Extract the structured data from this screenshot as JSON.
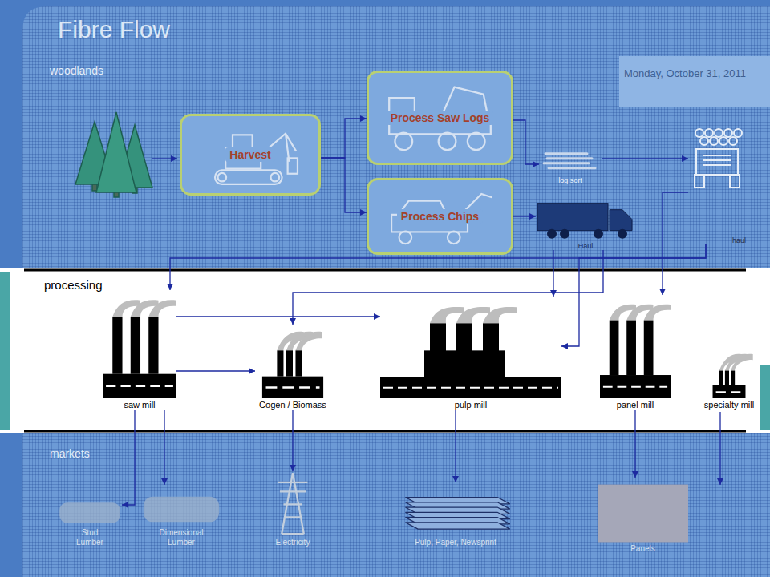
{
  "diagram": {
    "title": "Fibre Flow",
    "nodes": [
      {
        "text": [
          "woodlands"
        ]
      },
      {
        "text": [
          "Harvest"
        ],
        "in": 0
      },
      {
        "text": [
          "Process Saw Logs"
        ],
        "in": 0
      },
      {
        "text": [
          "Process Chips"
        ],
        "in": 0
      },
      {
        "text": [
          "log sort"
        ],
        "in": 0
      },
      {
        "text": [
          "Haul"
        ],
        "in": 0
      },
      {
        "text": [
          "haul"
        ],
        "in": 0
      },
      {
        "text": [
          "processing"
        ]
      },
      {
        "text": [
          "saw mill"
        ],
        "in": 7
      },
      {
        "text": [
          "Cogen / Biomass"
        ],
        "in": 7
      },
      {
        "text": [
          "pulp mill"
        ],
        "in": 7
      },
      {
        "text": [
          "panel mill"
        ],
        "in": 7
      },
      {
        "text": [
          "specialty mill"
        ],
        "in": 7
      },
      {
        "text": [
          "markets"
        ]
      },
      {
        "text": [
          "Stud Lumber"
        ],
        "in": 13
      },
      {
        "text": [
          "Dimensional Lumber"
        ],
        "in": 13
      },
      {
        "text": [
          "Electricity"
        ],
        "in": 13
      },
      {
        "text": [
          "Pulp, Paper, Newsprint"
        ],
        "in": 13
      },
      {
        "text": [
          "Panels"
        ],
        "in": 13
      }
    ],
    "edges": [
      {
        "from": 1,
        "to": 2,
        "arrow": "to"
      },
      {
        "from": 1,
        "to": 3,
        "arrow": "to"
      },
      {
        "from": 2,
        "to": 4,
        "arrow": "to"
      },
      {
        "from": 4,
        "to": 6,
        "arrow": "to"
      },
      {
        "from": 3,
        "to": 5,
        "arrow": "to"
      },
      {
        "from": 6,
        "to": 8,
        "arrow": "to"
      },
      {
        "from": 6,
        "to": 10,
        "arrow": "to"
      },
      {
        "from": 6,
        "to": 11,
        "arrow": "to"
      },
      {
        "from": 5,
        "to": 10,
        "arrow": "to"
      },
      {
        "from": 5,
        "to": 9,
        "arrow": "to"
      },
      {
        "from": 8,
        "to": 9,
        "arrow": "to"
      },
      {
        "from": 8,
        "to": 10,
        "arrow": "to"
      },
      {
        "from": 8,
        "to": 14,
        "arrow": "to"
      },
      {
        "from": 8,
        "to": 15,
        "arrow": "to"
      },
      {
        "from": 9,
        "to": 16,
        "arrow": "to"
      },
      {
        "from": 10,
        "to": 17,
        "arrow": "to"
      },
      {
        "from": 11,
        "to": 18,
        "arrow": "to"
      }
    ],
    "labels": [
      "Monday, October 31, 2011"
    ]
  }
}
